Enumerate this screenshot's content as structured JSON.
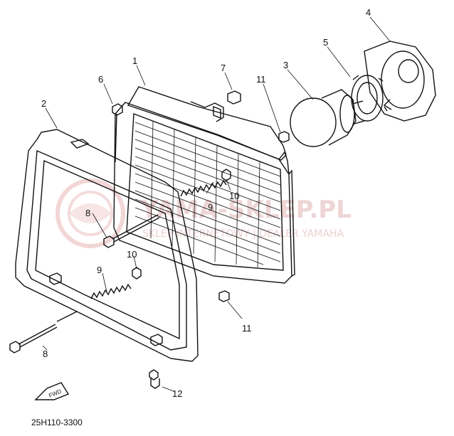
{
  "diagram": {
    "part_code": "25H110-3300",
    "fwd_label": "FWD",
    "callouts": {
      "c1": "1",
      "c2": "2",
      "c3": "3",
      "c4": "4",
      "c5": "5",
      "c6": "6",
      "c7": "7",
      "c8a": "8",
      "c8b": "8",
      "c9a": "9",
      "c9b": "9",
      "c10a": "10",
      "c10b": "10",
      "c11a": "11",
      "c11b": "11",
      "c12": "12"
    }
  },
  "watermark": {
    "brand": "YAMA-SKLEP.PL",
    "tagline": "SKLEP INTERNETOWY | DEALER YAMAHA"
  }
}
